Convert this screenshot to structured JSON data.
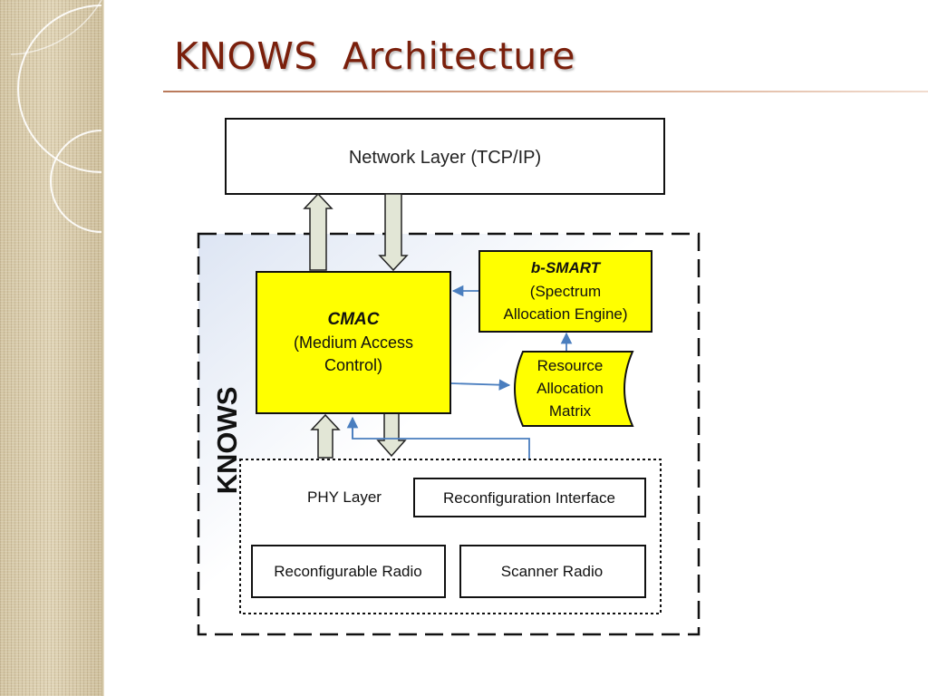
{
  "slide": {
    "title": "KNOWS  Architecture"
  },
  "diagram": {
    "network_layer": {
      "label": "Network Layer (TCP/IP)"
    },
    "knows_container": {
      "label": "KNOWS"
    },
    "cmac": {
      "name": "CMAC",
      "line1": "(Medium Access",
      "line2": "Control)"
    },
    "bsmart": {
      "name": "b-SMART",
      "line1": "(Spectrum",
      "line2": "Allocation Engine)"
    },
    "resource_matrix": {
      "line1": "Resource",
      "line2": "Allocation",
      "line3": "Matrix"
    },
    "phy_layer": {
      "label": "PHY Layer"
    },
    "reconfig_interface": {
      "label": "Reconfiguration Interface"
    },
    "reconfig_radio": {
      "label": "Reconfigurable Radio"
    },
    "scanner_radio": {
      "label": "Scanner Radio"
    }
  },
  "colors": {
    "title": "#7a1f0b",
    "highlight_fill": "#ffff00",
    "connector": "#4a7ebf",
    "knows_background": "#e9eef8"
  }
}
